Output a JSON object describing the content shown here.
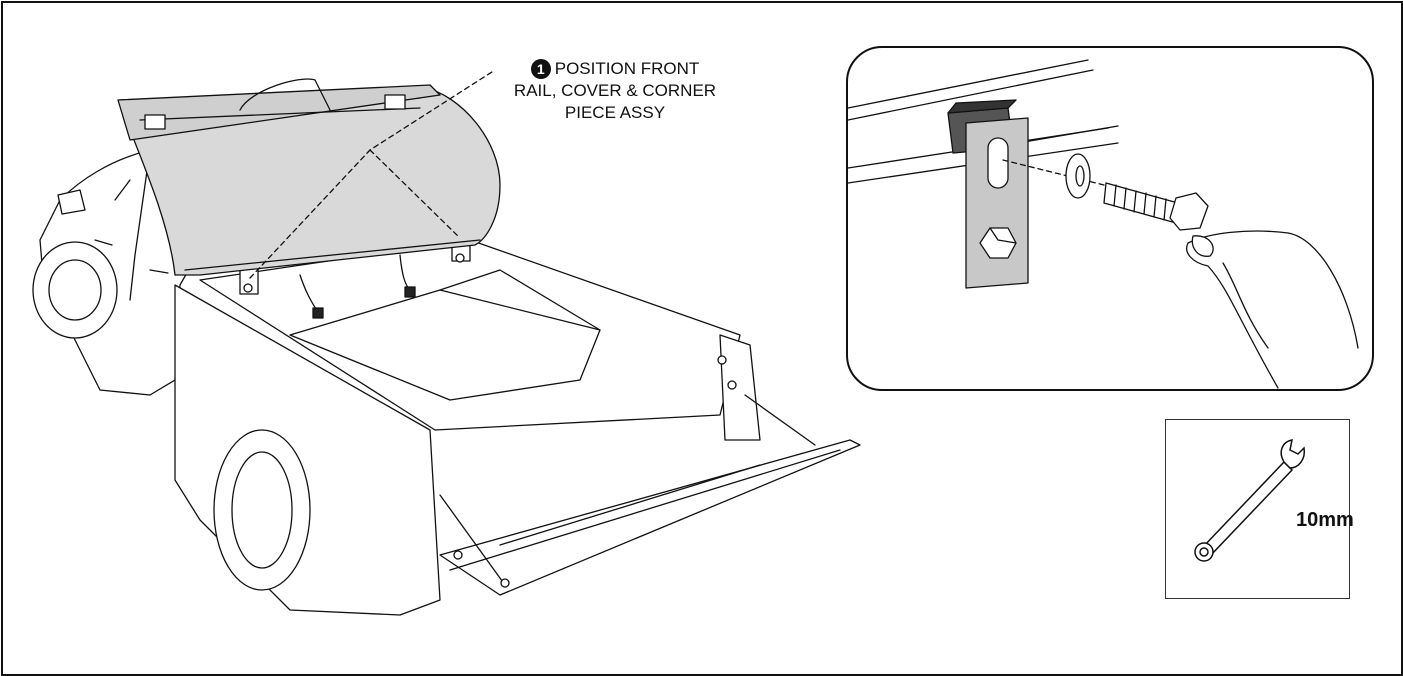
{
  "callout": {
    "step_number": "1",
    "line1": "POSITION FRONT",
    "line2": "RAIL, COVER & CORNER",
    "line3": "PIECE ASSY"
  },
  "tool": {
    "size_label": "10mm",
    "icon": "wrench-icon"
  },
  "colors": {
    "line": "#111111",
    "cover_fill": "#d9d9d9",
    "plate_fill": "#c8c8c8",
    "pad_fill": "#555555"
  }
}
